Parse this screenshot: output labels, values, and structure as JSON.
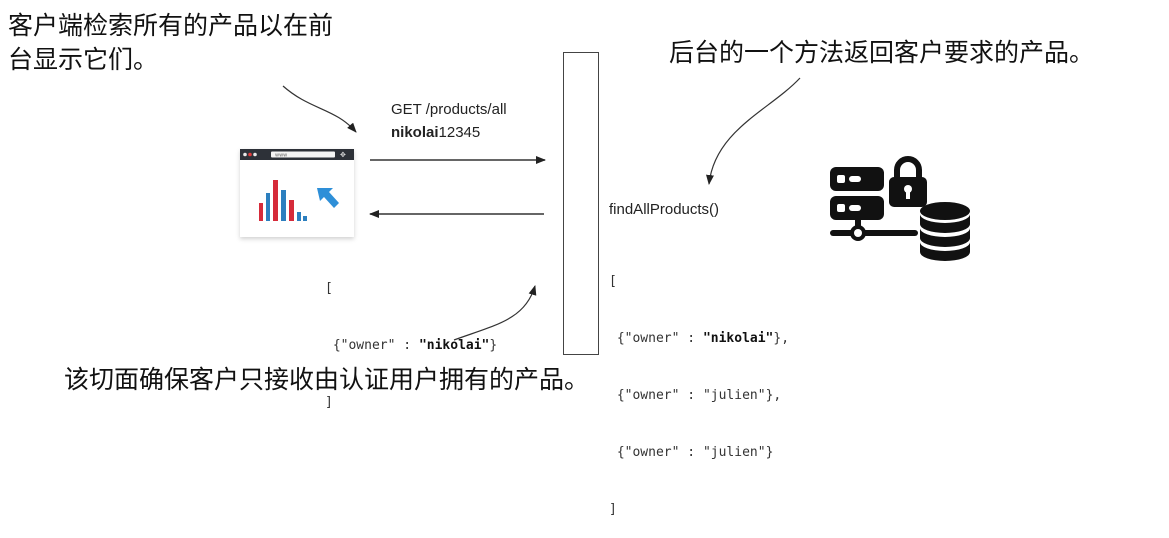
{
  "annotations": {
    "client_line1": "客户端检索所有的产品以在前",
    "client_line2": "台显示它们。",
    "backend": "后台的一个方法返回客户要求的产品。",
    "aspect": "该切面确保客户只接收由认证用户拥有的产品。"
  },
  "request": {
    "endpoint": "GET /products/all",
    "user": "nikolai",
    "password": "12345"
  },
  "browser": {
    "address": "www"
  },
  "method": {
    "name": "findAllProducts()"
  },
  "response_filtered": {
    "open": "[",
    "key": "\"owner\"",
    "sep": " : ",
    "value": "\"nikolai\"",
    "close": "]"
  },
  "response_full": {
    "open": "[",
    "rows": [
      {
        "key": "\"owner\"",
        "value": "\"nikolai\"",
        "bold": true,
        "end": "},"
      },
      {
        "key": "\"owner\"",
        "value": "\"julien\"",
        "bold": false,
        "end": "},"
      },
      {
        "key": "\"owner\"",
        "value": "\"julien\"",
        "bold": false,
        "end": "}"
      }
    ],
    "close": "]"
  },
  "colors": {
    "bar_red": "#d62b3a",
    "bar_blue": "#2c7fbf",
    "arrow_blue": "#2e8fd8"
  }
}
